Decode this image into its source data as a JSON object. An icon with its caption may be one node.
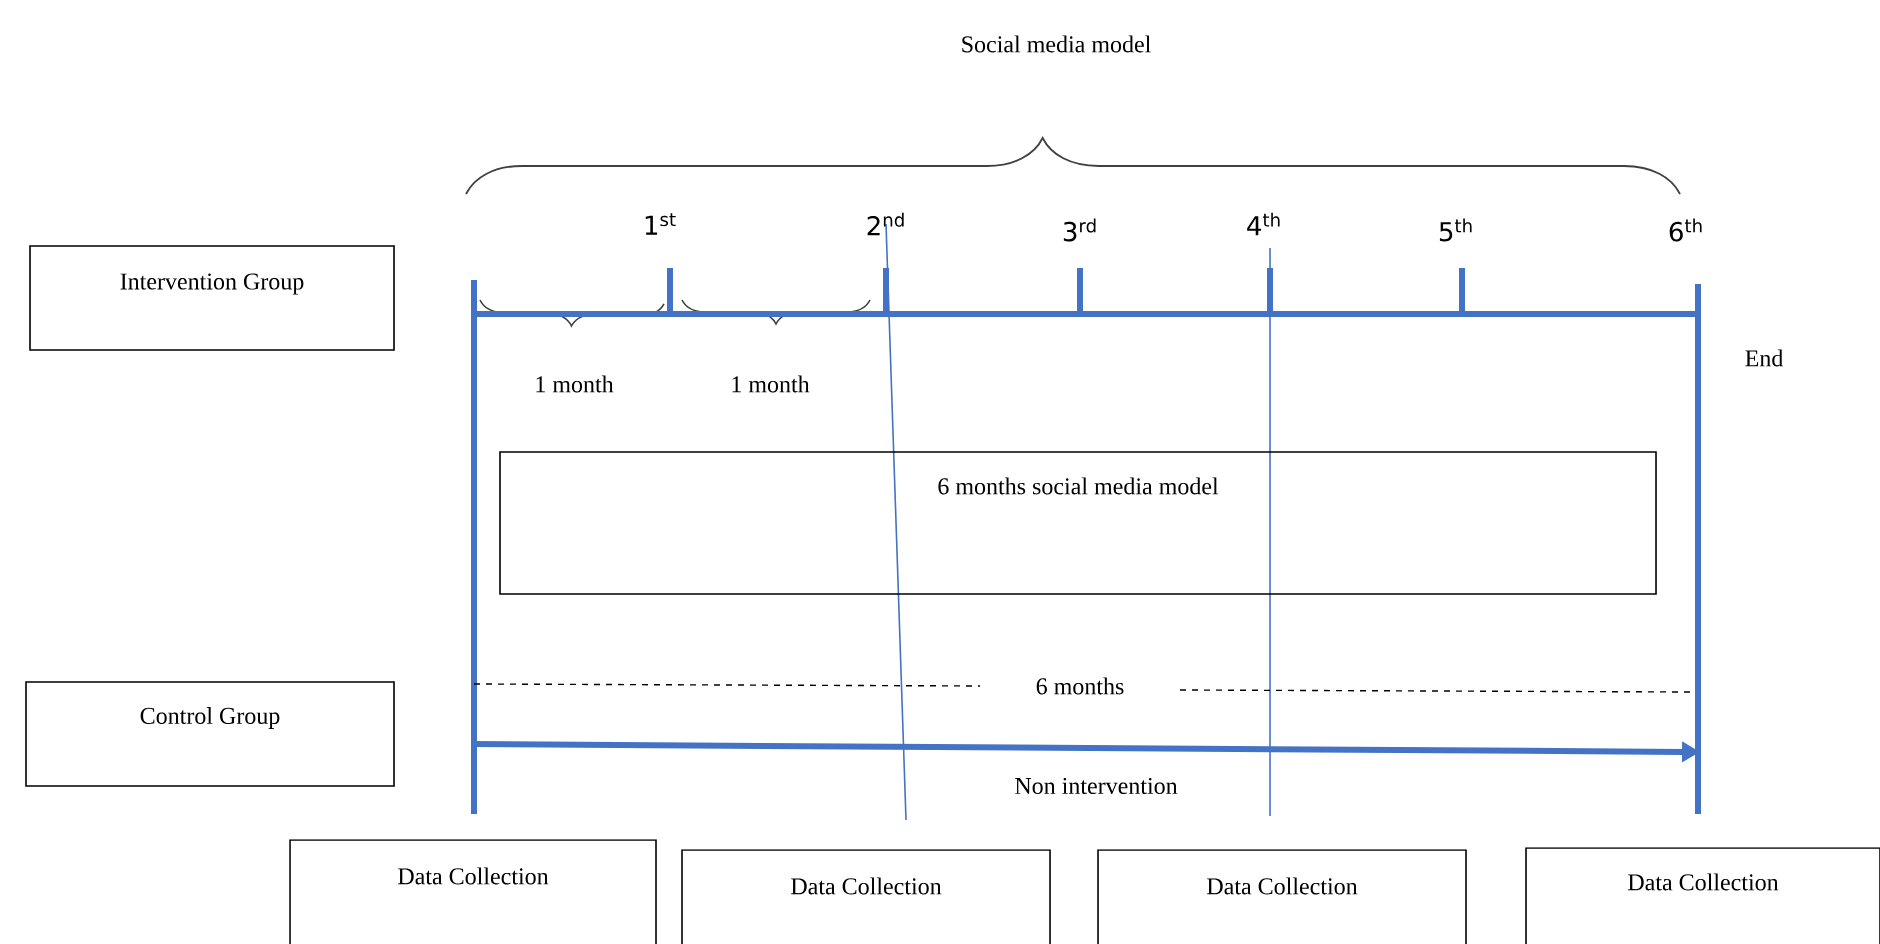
{
  "diagram": {
    "nodes": [
      {
        "text": [
          "Intervention Group"
        ]
      },
      {
        "text": [
          "Control Group"
        ]
      },
      {
        "text": [
          "6 months social media model"
        ]
      },
      {
        "text": [
          "Data Collection"
        ]
      },
      {
        "text": [
          "Data Collection"
        ]
      },
      {
        "text": [
          "Data Collection"
        ]
      },
      {
        "text": [
          "Data Collection"
        ]
      }
    ],
    "edges": [],
    "labels": [
      "Social media model",
      "1$^{st}$",
      "2$^{nd}$",
      "3$^{rd}$",
      "4$^{th}$",
      "5$^{th}$",
      "6$^{th}$",
      "1 month",
      "1 month",
      "End",
      "6 months",
      "Non intervention"
    ]
  }
}
